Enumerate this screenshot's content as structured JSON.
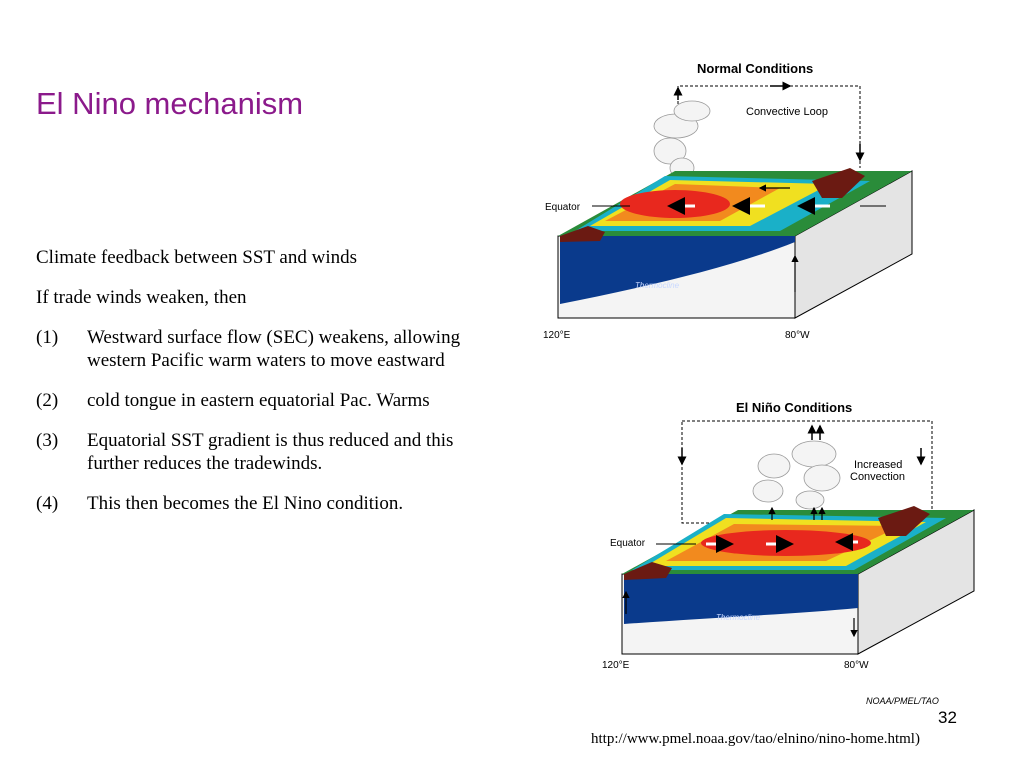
{
  "slide": {
    "title": "El Nino mechanism",
    "intro": [
      "Climate feedback between SST and winds",
      "If trade winds weaken, then"
    ],
    "items": [
      {
        "num": "(1)",
        "text": "Westward surface flow (SEC) weakens, allowing western Pacific warm waters to move eastward"
      },
      {
        "num": "(2)",
        "text": "cold tongue in eastern equatorial Pac. Warms"
      },
      {
        "num": "(3)",
        "text": "Equatorial SST gradient is thus reduced and this further reduces the tradewinds."
      },
      {
        "num": "(4)",
        "text": "This then becomes the El Nino condition."
      }
    ],
    "page_number": "32",
    "url": "http://www.pmel.noaa.gov/tao/elnino/nino-home.html)"
  },
  "diagrams": {
    "normal": {
      "title": "Normal Conditions",
      "loop_label": "Convective Loop",
      "equator_label": "Equator",
      "left_lon": "120°E",
      "right_lon": "80°W",
      "thermocline_label": "Thermocline"
    },
    "elnino": {
      "title": "El Niño Conditions",
      "convection_line1": "Increased",
      "convection_line2": "Convection",
      "equator_label": "Equator",
      "left_lon": "120°E",
      "right_lon": "80°W",
      "thermocline_label": "Thermocline",
      "credit": "NOAA/PMEL/TAO"
    }
  },
  "colors": {
    "title": "#8b1a8b",
    "warm_pool": "#e8281e",
    "ocean_deep": "#0a3a8c",
    "land": "#6b1a12"
  }
}
